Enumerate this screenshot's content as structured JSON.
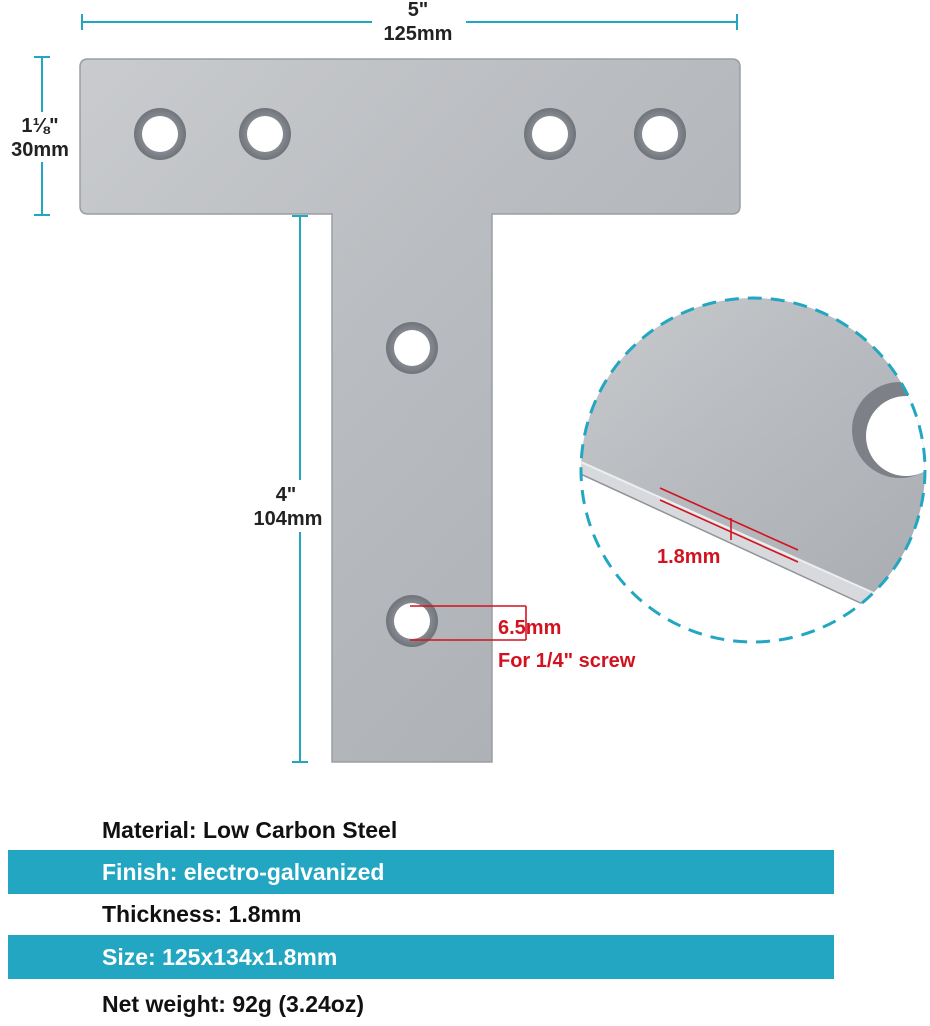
{
  "dimensions": {
    "width_in": "5\"",
    "width_mm": "125mm",
    "top_height_in": "1⅛\"",
    "top_height_mm": "30mm",
    "stem_height_in": "4\"",
    "stem_height_mm": "104mm"
  },
  "callouts": {
    "hole_diameter": "6.5mm",
    "hole_note": "For 1/4\" screw",
    "thickness": "1.8mm"
  },
  "specs": [
    {
      "text": "Material: Low Carbon Steel",
      "style": "plain"
    },
    {
      "text": "Finish: electro-galvanized",
      "style": "band"
    },
    {
      "text": "Thickness: 1.8mm",
      "style": "plain"
    },
    {
      "text": "Size: 125x134x1.8mm",
      "style": "band"
    },
    {
      "text": "Net weight: 92g (3.24oz)",
      "style": "plain"
    }
  ],
  "colors": {
    "accent": "#23a6c2",
    "callout_red": "#d3121f",
    "dimension_line": "#23a6c2",
    "steel": "#b9bcc0"
  }
}
